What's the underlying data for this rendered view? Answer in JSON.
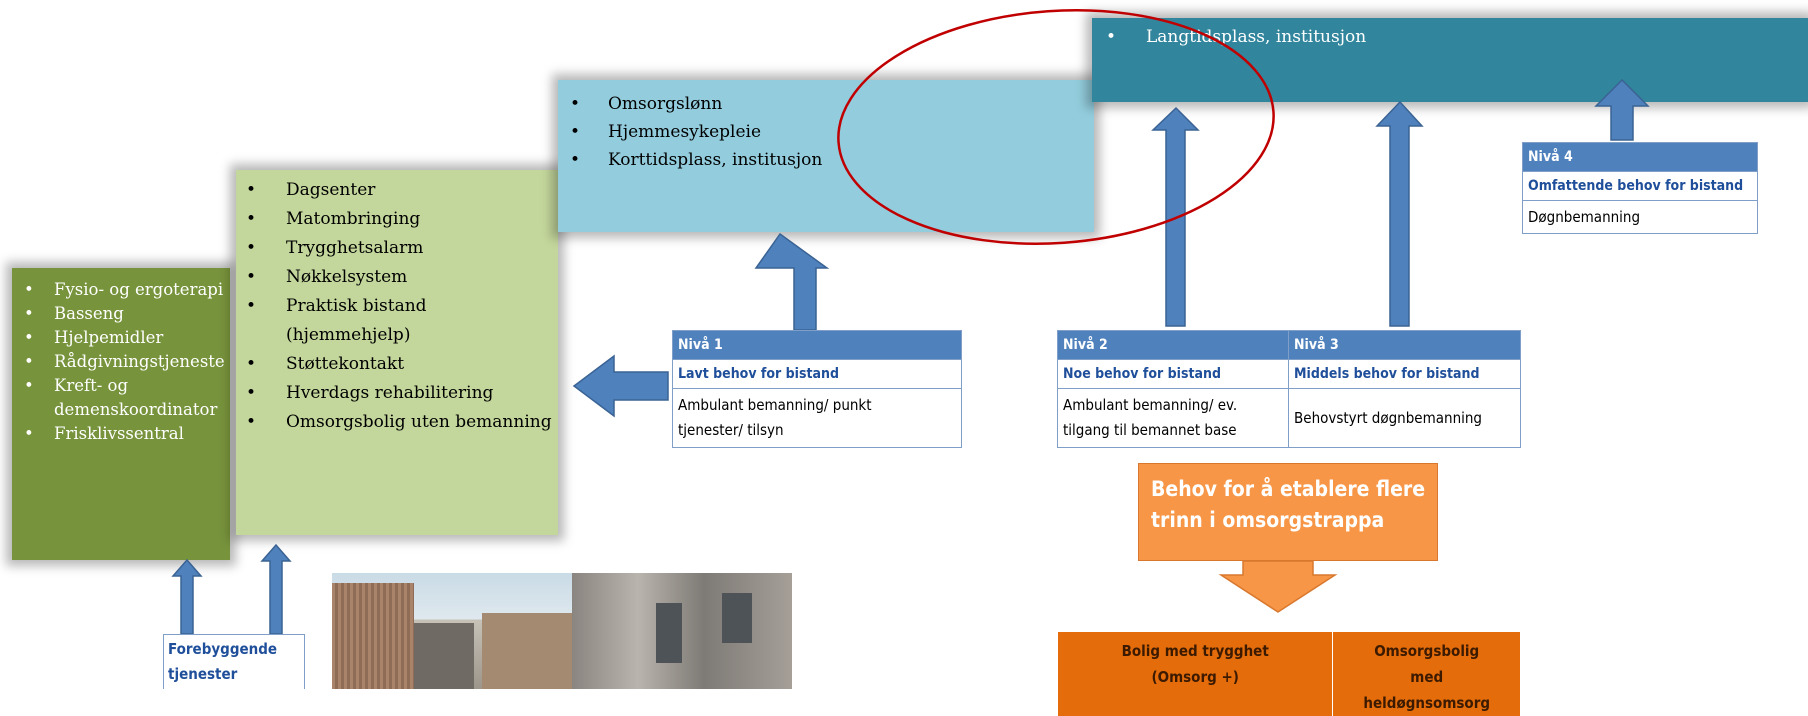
{
  "colors": {
    "dark_green": "#77933c",
    "light_green": "#c3d69b",
    "light_blue": "#93cddd",
    "teal": "#31859c",
    "arrow_blue": "#4f81bd",
    "header_blue": "#4f81bd",
    "orange": "#f79646",
    "dark_orange": "#e46c0a",
    "ellipse_red": "#c00000"
  },
  "boxes": {
    "dark_green": [
      "Fysio- og ergoterapi",
      "Basseng",
      "Hjelpemidler",
      "Rådgivningstjeneste",
      "Kreft- og demenskoordinator",
      "Frisklivssentral"
    ],
    "light_green": [
      "Dagsenter",
      "Matombringing",
      "Trygghetsalarm",
      "Nøkkelsystem",
      "Praktisk bistand (hjemmehjelp)",
      "Støttekontakt",
      "Hverdags rehabilitering",
      "Omsorgsbolig uten bemanning"
    ],
    "light_blue": [
      "Omsorgslønn",
      "Hjemmesykepleie",
      "Korttidsplass, institusjon"
    ],
    "teal": [
      "Langtidsplass, institusjon"
    ]
  },
  "levels": {
    "niva1": {
      "title": "Nivå 1",
      "subtitle": "Lavt behov for bistand",
      "description": "Ambulant bemanning/ punkt tjenester/ tilsyn"
    },
    "niva2": {
      "title": "Nivå 2",
      "subtitle": "Noe behov for bistand",
      "description": "Ambulant bemanning/ ev. tilgang til bemannet base"
    },
    "niva3": {
      "title": "Nivå 3",
      "subtitle": "Middels behov for bistand",
      "description": "Behovstyrt døgnbemanning"
    },
    "niva4": {
      "title": "Nivå 4",
      "subtitle": "Omfattende behov for bistand",
      "description": "Døgnbemanning"
    }
  },
  "forebyggende": "Forebyggende tjenester",
  "callout": "Behov for å etablere flere trinn i omsorgstrappa",
  "orange_table": [
    "Bolig med trygghet (Omsorg +)",
    "Omsorgsbolig med heldøgnsomsorg"
  ]
}
